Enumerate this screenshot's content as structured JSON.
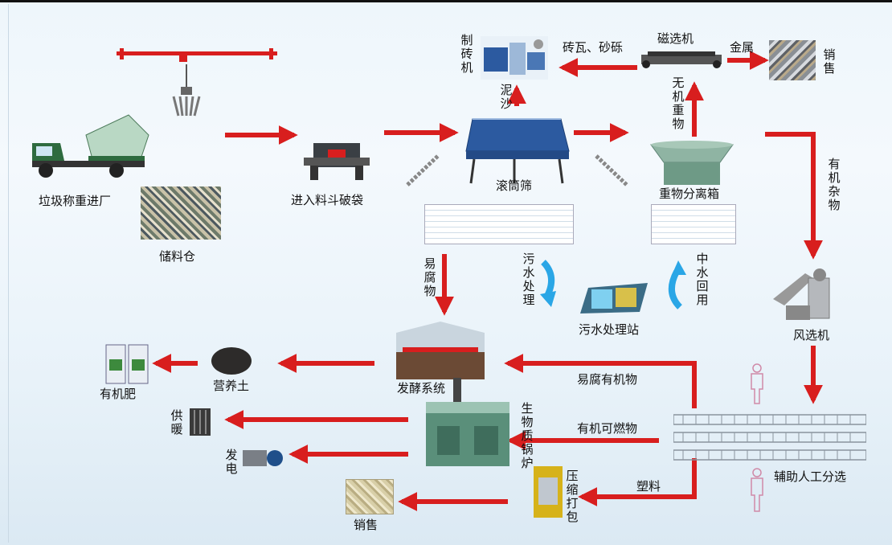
{
  "colors": {
    "arrow": "#d81e1e",
    "water_arrow": "#2aa6e6",
    "conveyor": "#888888",
    "machine_blue": "#2c5aa0",
    "machine_green": "#6e9a86"
  },
  "labels": {
    "truck_in": "垃圾称重进厂",
    "storage": "储料仓",
    "hopper": "进入料斗破袋",
    "trommel": "滚筒筛",
    "brick_machine": "制砖机",
    "silt": "泥沙",
    "tiles_gravel": "砖瓦、砂砾",
    "magnetic": "磁选机",
    "metal": "金属",
    "sale_top": "销售",
    "inorganic_heavy": "无机重物",
    "separator": "重物分离箱",
    "organic_debris": "有机杂物",
    "perishable_down": "易腐物",
    "sewage_treat": "污水处理",
    "sewage_station": "污水处理站",
    "reclaimed": "中水回用",
    "air_separator": "风选机",
    "fermentation": "发酵系统",
    "nutrient_soil": "营养土",
    "organic_fertilizer": "有机肥",
    "perishable_organics": "易腐有机物",
    "organic_combustible": "有机可燃物",
    "boiler": "生物质锅炉",
    "heating": "供暖",
    "power": "发电",
    "plastic": "塑料",
    "baler": "压缩打包",
    "sale_bottom": "销售",
    "manual_sort": "辅助人工分选"
  },
  "icons": [
    "crane-icon",
    "grab-bucket-icon",
    "truck-icon",
    "shredder-icon",
    "conveyor-icon",
    "trommel-icon",
    "brick-machine-icon",
    "magnetic-separator-icon",
    "metal-scrap-icon",
    "heavy-separator-icon",
    "sewage-station-icon",
    "air-separator-icon",
    "fermentation-hall-icon",
    "soil-pile-icon",
    "fertilizer-bag-icon",
    "boiler-icon",
    "radiator-icon",
    "generator-icon",
    "baler-icon",
    "bale-icon",
    "worker-icon",
    "sorting-conveyor-icon",
    "water-arrow-icon"
  ]
}
